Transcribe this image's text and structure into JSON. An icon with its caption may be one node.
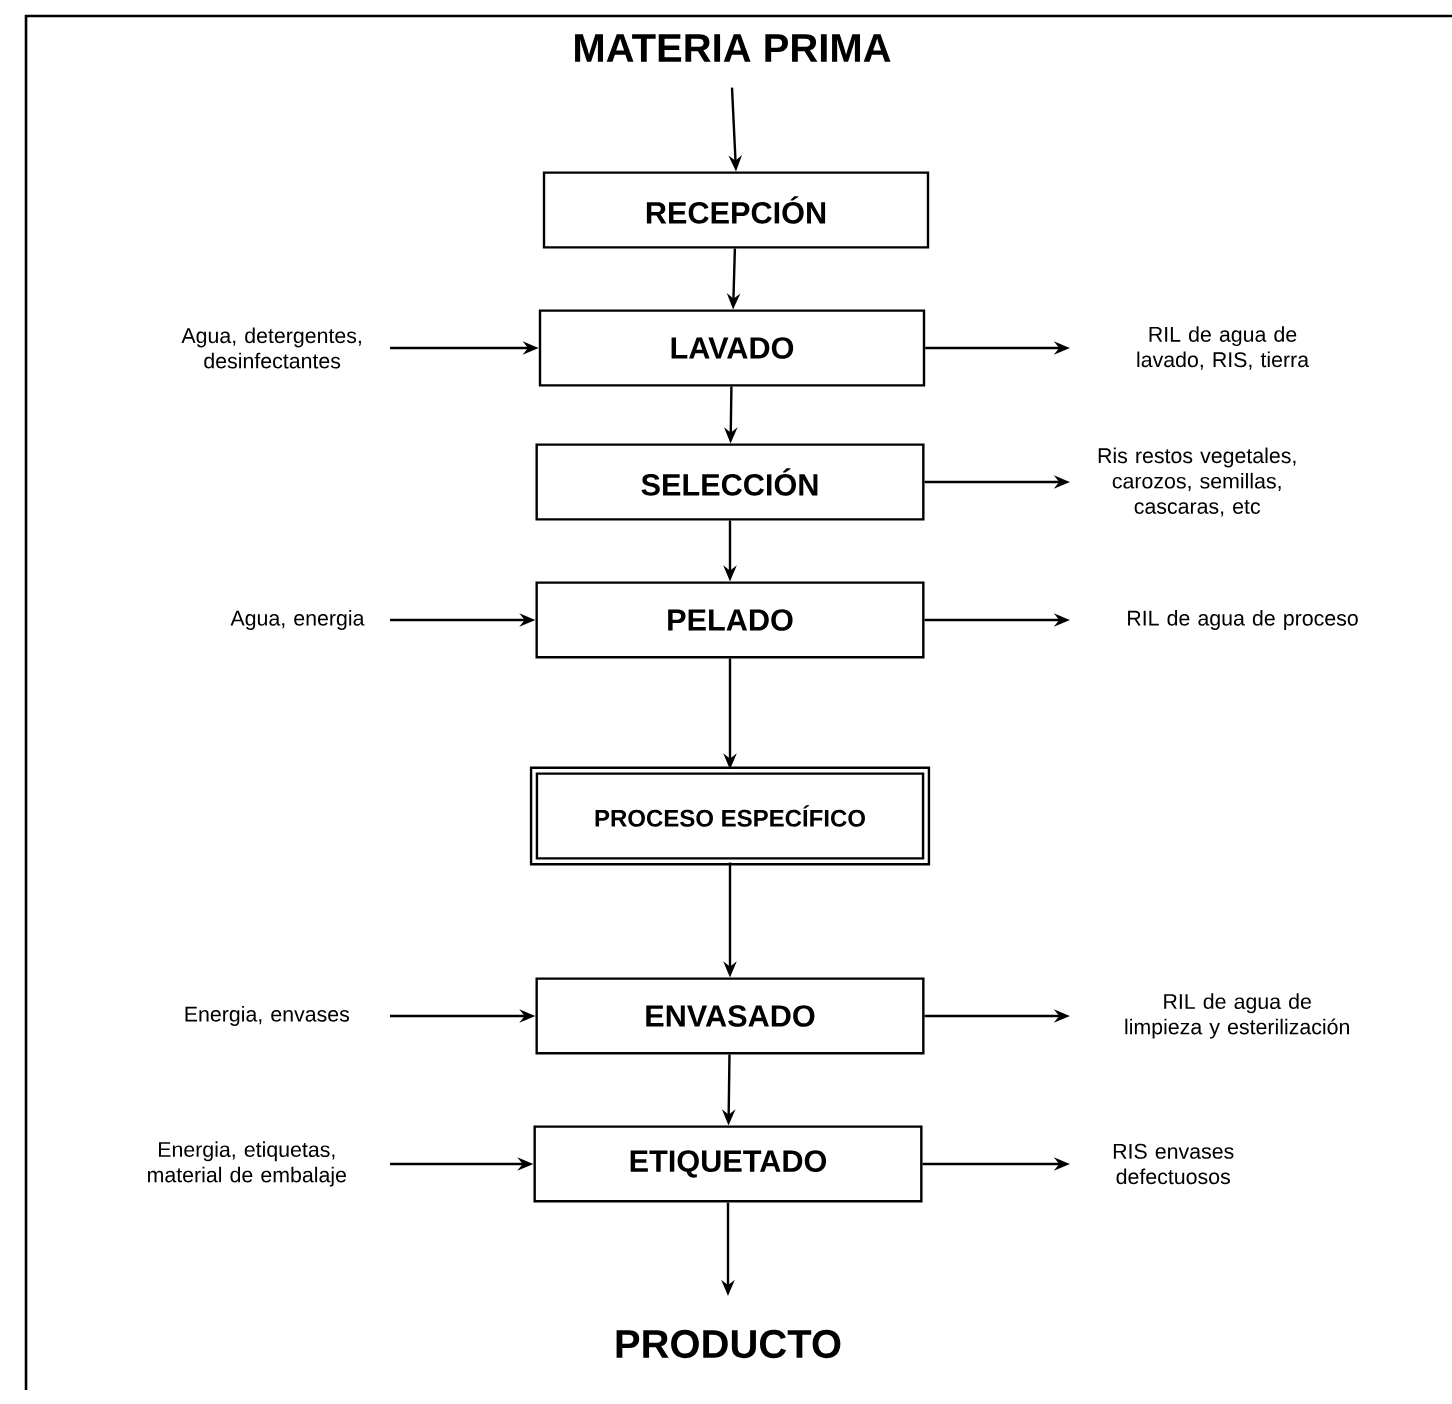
{
  "diagram": {
    "nodes": [
      {
        "text": [
          "MATERIA PRIMA"
        ]
      },
      {
        "text": [
          "RECEPCIÓN"
        ]
      },
      {
        "text": [
          "Agua, detergentes, desinfectantes"
        ]
      },
      {
        "text": [
          "LAVADO"
        ]
      },
      {
        "text": [
          "RIL de agua de lavado, RIS, tierra"
        ]
      },
      {
        "text": [
          "SELECCIÓN"
        ]
      },
      {
        "text": [
          "Ris restos vegetales, carozos, semillas, cascaras, etc"
        ]
      },
      {
        "text": [
          "Agua, energia"
        ]
      },
      {
        "text": [
          "PELADO"
        ]
      },
      {
        "text": [
          "RIL de agua de proceso"
        ]
      },
      {
        "text": [
          "PROCESO ESPECÍFICO"
        ]
      },
      {
        "text": [
          "Energia, envases"
        ]
      },
      {
        "text": [
          "ENVASADO"
        ]
      },
      {
        "text": [
          "RIL de agua de limpieza y esterilización"
        ]
      },
      {
        "text": [
          "Energia, etiquetas, material de embalaje"
        ]
      },
      {
        "text": [
          "ETIQUETADO"
        ]
      },
      {
        "text": [
          "RIS envases defectuosos"
        ]
      },
      {
        "text": [
          "PRODUCTO"
        ]
      }
    ],
    "edges": [
      {
        "from": 0,
        "to": 1,
        "arrow": "to"
      },
      {
        "from": 1,
        "to": 3,
        "arrow": "to"
      },
      {
        "from": 2,
        "to": 3,
        "arrow": "to"
      },
      {
        "from": 3,
        "to": 4,
        "arrow": "to"
      },
      {
        "from": 3,
        "to": 5,
        "arrow": "to"
      },
      {
        "from": 5,
        "to": 6,
        "arrow": "to"
      },
      {
        "from": 5,
        "to": 8,
        "arrow": "to"
      },
      {
        "from": 7,
        "to": 8,
        "arrow": "to"
      },
      {
        "from": 8,
        "to": 9,
        "arrow": "to"
      },
      {
        "from": 8,
        "to": 10,
        "arrow": "to"
      },
      {
        "from": 10,
        "to": 12,
        "arrow": "to"
      },
      {
        "from": 11,
        "to": 12,
        "arrow": "to"
      },
      {
        "from": 12,
        "to": 13,
        "arrow": "to"
      },
      {
        "from": 12,
        "to": 15,
        "arrow": "to"
      },
      {
        "from": 14,
        "to": 15,
        "arrow": "to"
      },
      {
        "from": 15,
        "to": 16,
        "arrow": "to"
      },
      {
        "from": 15,
        "to": 17,
        "arrow": "to"
      }
    ]
  }
}
